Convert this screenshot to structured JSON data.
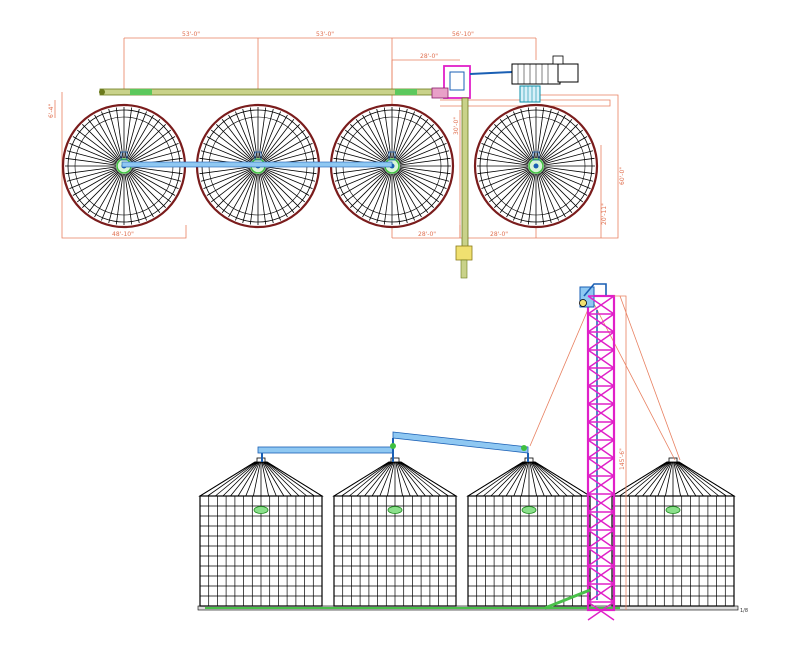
{
  "plan_view": {
    "bin_count": 4,
    "dimensions": {
      "spacing_1": "53'-0\"",
      "spacing_2": "53'-0\"",
      "spacing_3": "56'-10\"",
      "conveyor_offset": "28'-0\"",
      "leg_offset": "30'-0\"",
      "bin_diameter": "48'-10\"",
      "left_side": "6'-4\"",
      "bottom_1": "28'-0\"",
      "bottom_2": "28'-0\"",
      "right_1": "20'-11\"",
      "right_2": "60'-0\""
    }
  },
  "elevation_view": {
    "bin_count": 4,
    "dimensions": {
      "leg_height": "145'-6\""
    },
    "scale_note": "1/8"
  },
  "colors": {
    "bin_roof": "#7a1c1c",
    "bin_lines": "#000000",
    "conveyor": "#5bb0e8",
    "conveyor_dark": "#1a5fb4",
    "leg_tower": "#e020c8",
    "dimension": "#e88060",
    "green_equipment": "#3fbf3f",
    "olive_conveyor": "#8a9a2a"
  }
}
